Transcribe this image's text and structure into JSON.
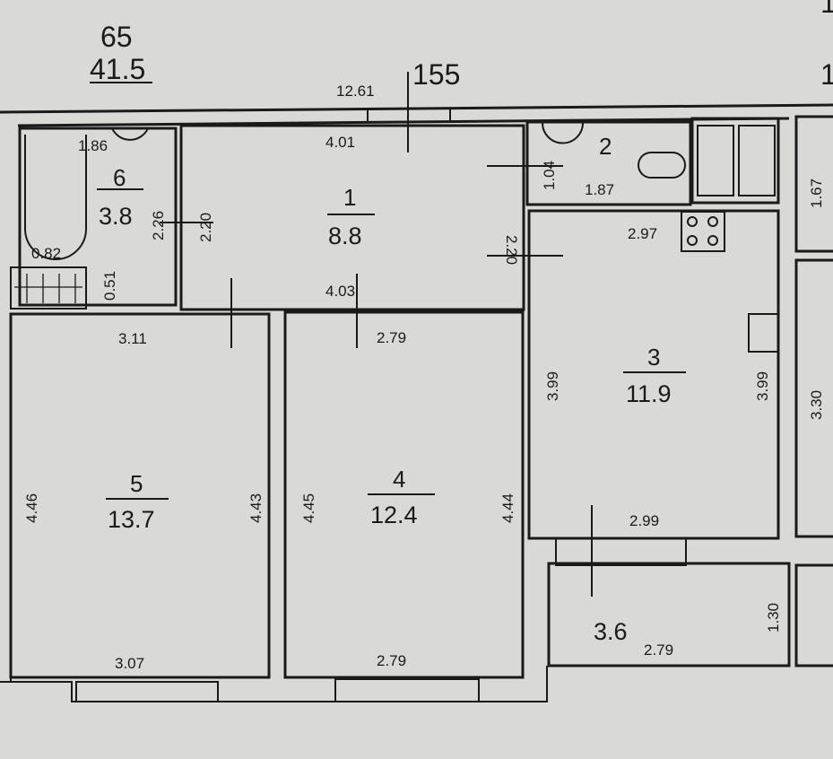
{
  "apartment": {
    "total_area": "65",
    "living_area": "41.5",
    "height_mark": "155",
    "total_length": "12.61",
    "partial_right_a": "1",
    "partial_right_b": "1"
  },
  "rooms": [
    {
      "id": "1",
      "area": "8.8",
      "dims": [
        "4.01",
        "4.03",
        "2.20",
        "2.20"
      ]
    },
    {
      "id": "2",
      "area": "",
      "dims": [
        "1.87",
        "1.04"
      ]
    },
    {
      "id": "3",
      "area": "11.9",
      "dims": [
        "2.97",
        "2.99",
        "3.99",
        "3.99"
      ]
    },
    {
      "id": "4",
      "area": "12.4",
      "dims": [
        "2.79",
        "2.79",
        "4.45",
        "4.44"
      ]
    },
    {
      "id": "5",
      "area": "13.7",
      "dims": [
        "3.11",
        "3.07",
        "4.46",
        "4.43"
      ]
    },
    {
      "id": "6",
      "area": "3.8",
      "dims": [
        "1.86",
        "2.26",
        "0.82",
        "0.51"
      ]
    }
  ],
  "balcony": {
    "area": "3.6",
    "dims": [
      "2.79",
      "1.30"
    ]
  },
  "neighbor": {
    "dims": [
      "1.67",
      "3.30"
    ]
  }
}
